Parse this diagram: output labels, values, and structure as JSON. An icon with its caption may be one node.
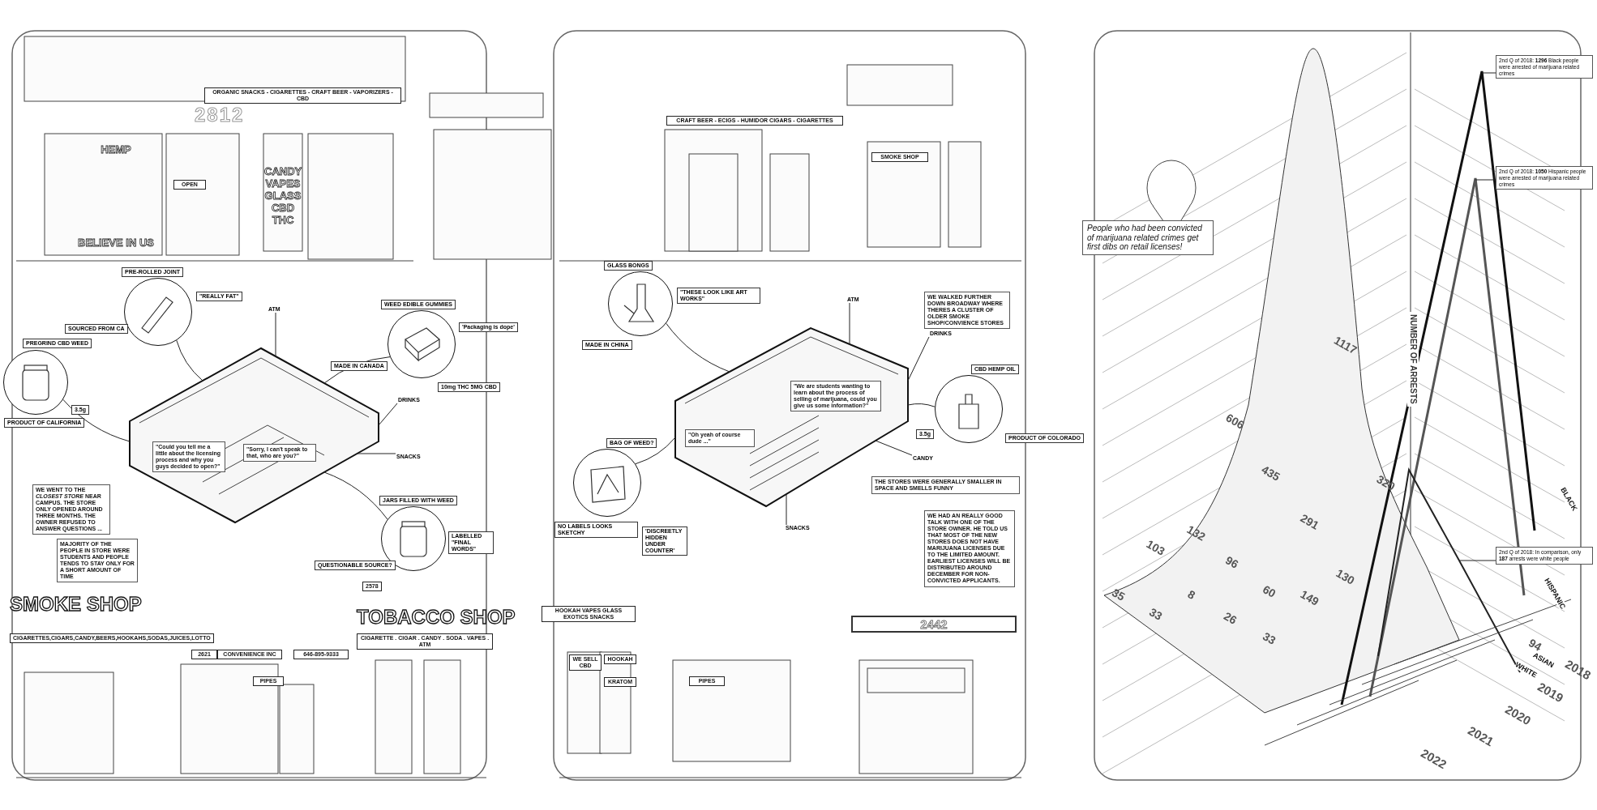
{
  "diagram": {
    "nodes": [
      {
        "text": [],
        "shape": "picture",
        "beside": [
          "PRE-ROLLED JOINT",
          "\"REALLY FAT\"",
          "SOURCED FROM CA"
        ]
      },
      {
        "text": [],
        "shape": "picture",
        "beside": [
          "PREGRIND CBD WEED",
          "3.5g",
          "PRODUCT OF CALIFORNIA"
        ]
      },
      {
        "text": [],
        "shape": "picture",
        "beside": [
          "WEED EDIBLE GUMMIES",
          "'Packaging is dope'",
          "MADE IN CANADA",
          "10mg THC 5MG CBD"
        ]
      },
      {
        "text": [
          "ATM"
        ]
      },
      {
        "text": [
          "DRINKS"
        ]
      },
      {
        "text": [
          "SNACKS"
        ]
      },
      {
        "text": [],
        "shape": "picture",
        "beside": [
          "JARS FILLED WITH WEED",
          "LABELLED \"FINAL WORDS\"",
          "QUESTIONABLE SOURCE?"
        ]
      },
      {
        "text": [],
        "shape": "picture",
        "beside": [
          "GLASS BONGS",
          "\"THESE LOOK LIKE ART WORKS\"",
          "MADE IN CHINA"
        ]
      },
      {
        "text": [
          "ATM"
        ]
      },
      {
        "text": [
          "DRINKS"
        ]
      },
      {
        "text": [],
        "shape": "picture",
        "beside": [
          "CBD HEMP OIL",
          "3.5g",
          "PRODUCT OF COLORADO"
        ]
      },
      {
        "text": [
          "CANDY"
        ]
      },
      {
        "text": [
          "SNACKS"
        ]
      },
      {
        "text": [],
        "shape": "picture",
        "beside": [
          "BAG OF WEED?",
          "'DISCREETLY HIDDEN UNDER COUNTER'",
          "NO LABELS LOOKS SKETCHY"
        ]
      },
      {
        "text": [
          "2nd Q of 2018: **1296** Black people were arrested of marijuana related crimes"
        ]
      },
      {
        "text": [
          "2nd Q of 2018: **1050** Hispanic people were arrested of marijuana related crimes"
        ]
      },
      {
        "text": [
          "2nd Q of 2018: In comparison, only **187** arrests were white people"
        ]
      },
      {
        "text": [],
        "shape": "picture"
      },
      {
        "text": [],
        "shape": "picture"
      }
    ],
    "edges": [
      {
        "from": 0,
        "to": 17,
        "arrow": "none"
      },
      {
        "from": 1,
        "to": 17,
        "arrow": "none"
      },
      {
        "from": 2,
        "to": 17,
        "arrow": "none"
      },
      {
        "from": 3,
        "to": 17,
        "arrow": "none"
      },
      {
        "from": 4,
        "to": 17,
        "arrow": "none"
      },
      {
        "from": 5,
        "to": 17,
        "arrow": "none"
      },
      {
        "from": 6,
        "to": 17,
        "arrow": "none"
      },
      {
        "from": 7,
        "to": 18,
        "arrow": "none"
      },
      {
        "from": 8,
        "to": 18,
        "arrow": "none"
      },
      {
        "from": 9,
        "to": 18,
        "arrow": "none"
      },
      {
        "from": 10,
        "to": 18,
        "arrow": "none"
      },
      {
        "from": 11,
        "to": 18,
        "arrow": "none"
      },
      {
        "from": 12,
        "to": 18,
        "arrow": "none"
      },
      {
        "from": 13,
        "to": 18,
        "arrow": "none"
      },
      {
        "from": 14,
        "to": null,
        "arrow": "none"
      },
      {
        "from": 15,
        "to": null,
        "arrow": "none"
      },
      {
        "from": 16,
        "to": null,
        "arrow": "none"
      }
    ],
    "labels": [
      "ORGANIC SNACKS - CIGARETTES - CRAFT BEER - VAPORIZERS - CBD",
      "2812",
      "HEMP",
      "OPEN",
      "CANDY VAPES GLASS CBD THC",
      "BELIEVE IN US",
      "\"Could you tell me a little about the licensing process and why you guys decided to open?\"",
      "\"Sorry, I can't speak to that, who are you?\"",
      "WE WENT TO THE *CLOSEST STORE* NEAR CAMPUS. THE STORE ONLY OPENED AROUND THREE MONTHS. THE OWNER REFUSED TO ANSWER QUESTIONS ...",
      "MAJORITY OF THE PEOPLE IN STORE WERE STUDENTS AND PEOPLE TENDS TO STAY ONLY FOR A SHORT AMOUNT OF TIME",
      "SMOKE SHOP",
      "CIGARETTES,CIGARS,CANDY,BEERS,HOOKAHS,SODAS,JUICES,LOTTO",
      "2621",
      "CONVENIENCE INC",
      "646-895-9333",
      "PIPES",
      "2578",
      "TOBACCO SHOP",
      "CIGARETTE . CIGAR . CANDY . SODA . VAPES . ATM",
      "CRAFT BEER - ECIGS - HUMIDOR CIGARS - CIGARETTES",
      "SMOKE SHOP",
      "\"Oh yeah of course dude ...\"",
      "\"We are students wanting to learn about the process of selling of marijuana, could you give us some information?\"",
      "WE WALKED FURTHER DOWN BROADWAY WHERE THERES A CLUSTER OF OLDER SMOKE SHOP/CONVIENCE STORES",
      "THE STORES WERE GENERALLY SMALLER IN SPACE AND SMELLS FUNNY",
      "WE HAD AN REALLY GOOD TALK WITH ONE OF THE STORE OWNER. HE TOLD US THAT MOST OF THE NEW STORES DOES NOT HAVE MARIJUANA LICENSES DUE TO THE LIMITED AMOUNT. EARLIEST LICENSES WILL BE DISTRIBUTED AROUND DECEMBER FOR NON-CONVICTED APPLICANTS.",
      "HOOKAH VAPES GLASS EXOTICS SNACKS",
      "WE SELL CBD",
      "HOOKAH",
      "KRATOM",
      "PIPES",
      "2442",
      "People who had been convicted of marijuana related crimes get first dibs on retail licenses!",
      "NUMBER OF ARRESTS",
      "1117",
      "606",
      "435",
      "320",
      "291",
      "132",
      "103",
      "96",
      "130",
      "35",
      "8",
      "60",
      "149",
      "33",
      "26",
      "33",
      "94",
      "BLACK",
      "HISPANIC",
      "ASIAN",
      "WHITE",
      "2018",
      "2019",
      "2020",
      "2021",
      "2022"
    ]
  }
}
